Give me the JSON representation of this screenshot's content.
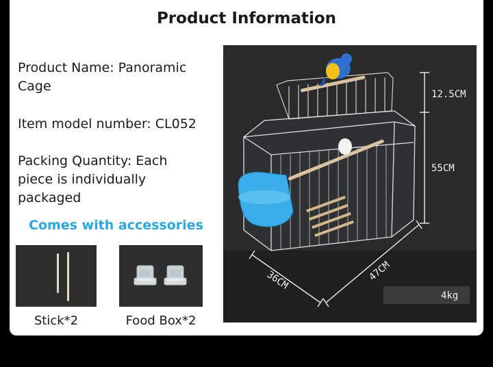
{
  "title": "Product Information",
  "product_name": "Product Name: Panoramic Cage",
  "model_number": "Item model number: CL052",
  "packing": "Packing Quantity: Each piece is individually packaged",
  "accessories_heading": "Comes with accessories",
  "accessories": [
    {
      "label": "Stick*2",
      "icon": "stick-icon"
    },
    {
      "label": "Food Box*2",
      "icon": "food-box-icon"
    }
  ],
  "dimensions": {
    "top_height": "12.5CM",
    "height": "55CM",
    "depth": "36CM",
    "width": "47CM",
    "weight": "4kg"
  },
  "colors": {
    "accent": "#29a6e6",
    "feeder": "#3aaee8",
    "parrot": "#2f6fd0"
  }
}
